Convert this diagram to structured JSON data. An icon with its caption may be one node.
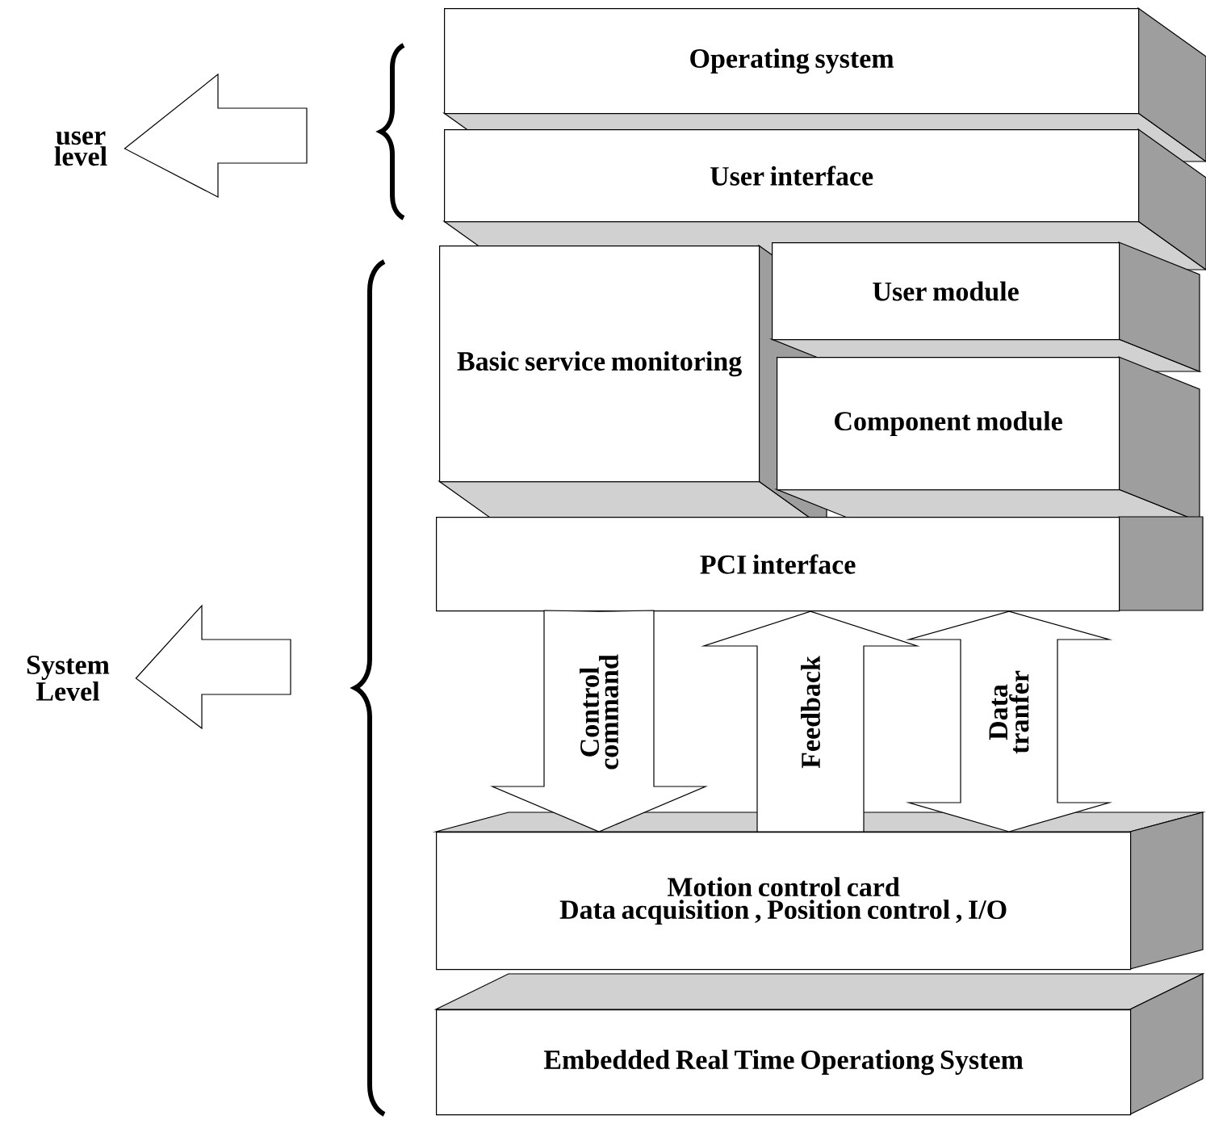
{
  "diagram": {
    "nodes": [
      {
        "text": [
          "Operating system"
        ]
      },
      {
        "text": [
          "User interface"
        ]
      },
      {
        "text": [
          "Basic service monitoring"
        ]
      },
      {
        "text": [
          "User module"
        ]
      },
      {
        "text": [
          "Component module"
        ]
      },
      {
        "text": [
          "PCI interface"
        ]
      },
      {
        "text": [
          "Motion control card",
          "Data acquisition , Position control , I/O"
        ]
      },
      {
        "text": [
          "Embedded Real Time Operationg System"
        ]
      },
      {
        "text": [
          "user level"
        ]
      },
      {
        "text": [
          "System Level"
        ]
      }
    ],
    "edges": [
      {
        "from": 5,
        "to": 6,
        "arrow": "to",
        "label": "Control command"
      },
      {
        "from": 6,
        "to": 5,
        "arrow": "to",
        "label": "Feedback"
      },
      {
        "from": 5,
        "to": 6,
        "arrow": "both",
        "label": "Data tranfer"
      },
      {
        "from": null,
        "to": 8,
        "arrow": "to"
      },
      {
        "from": null,
        "to": 9,
        "arrow": "to"
      }
    ]
  }
}
